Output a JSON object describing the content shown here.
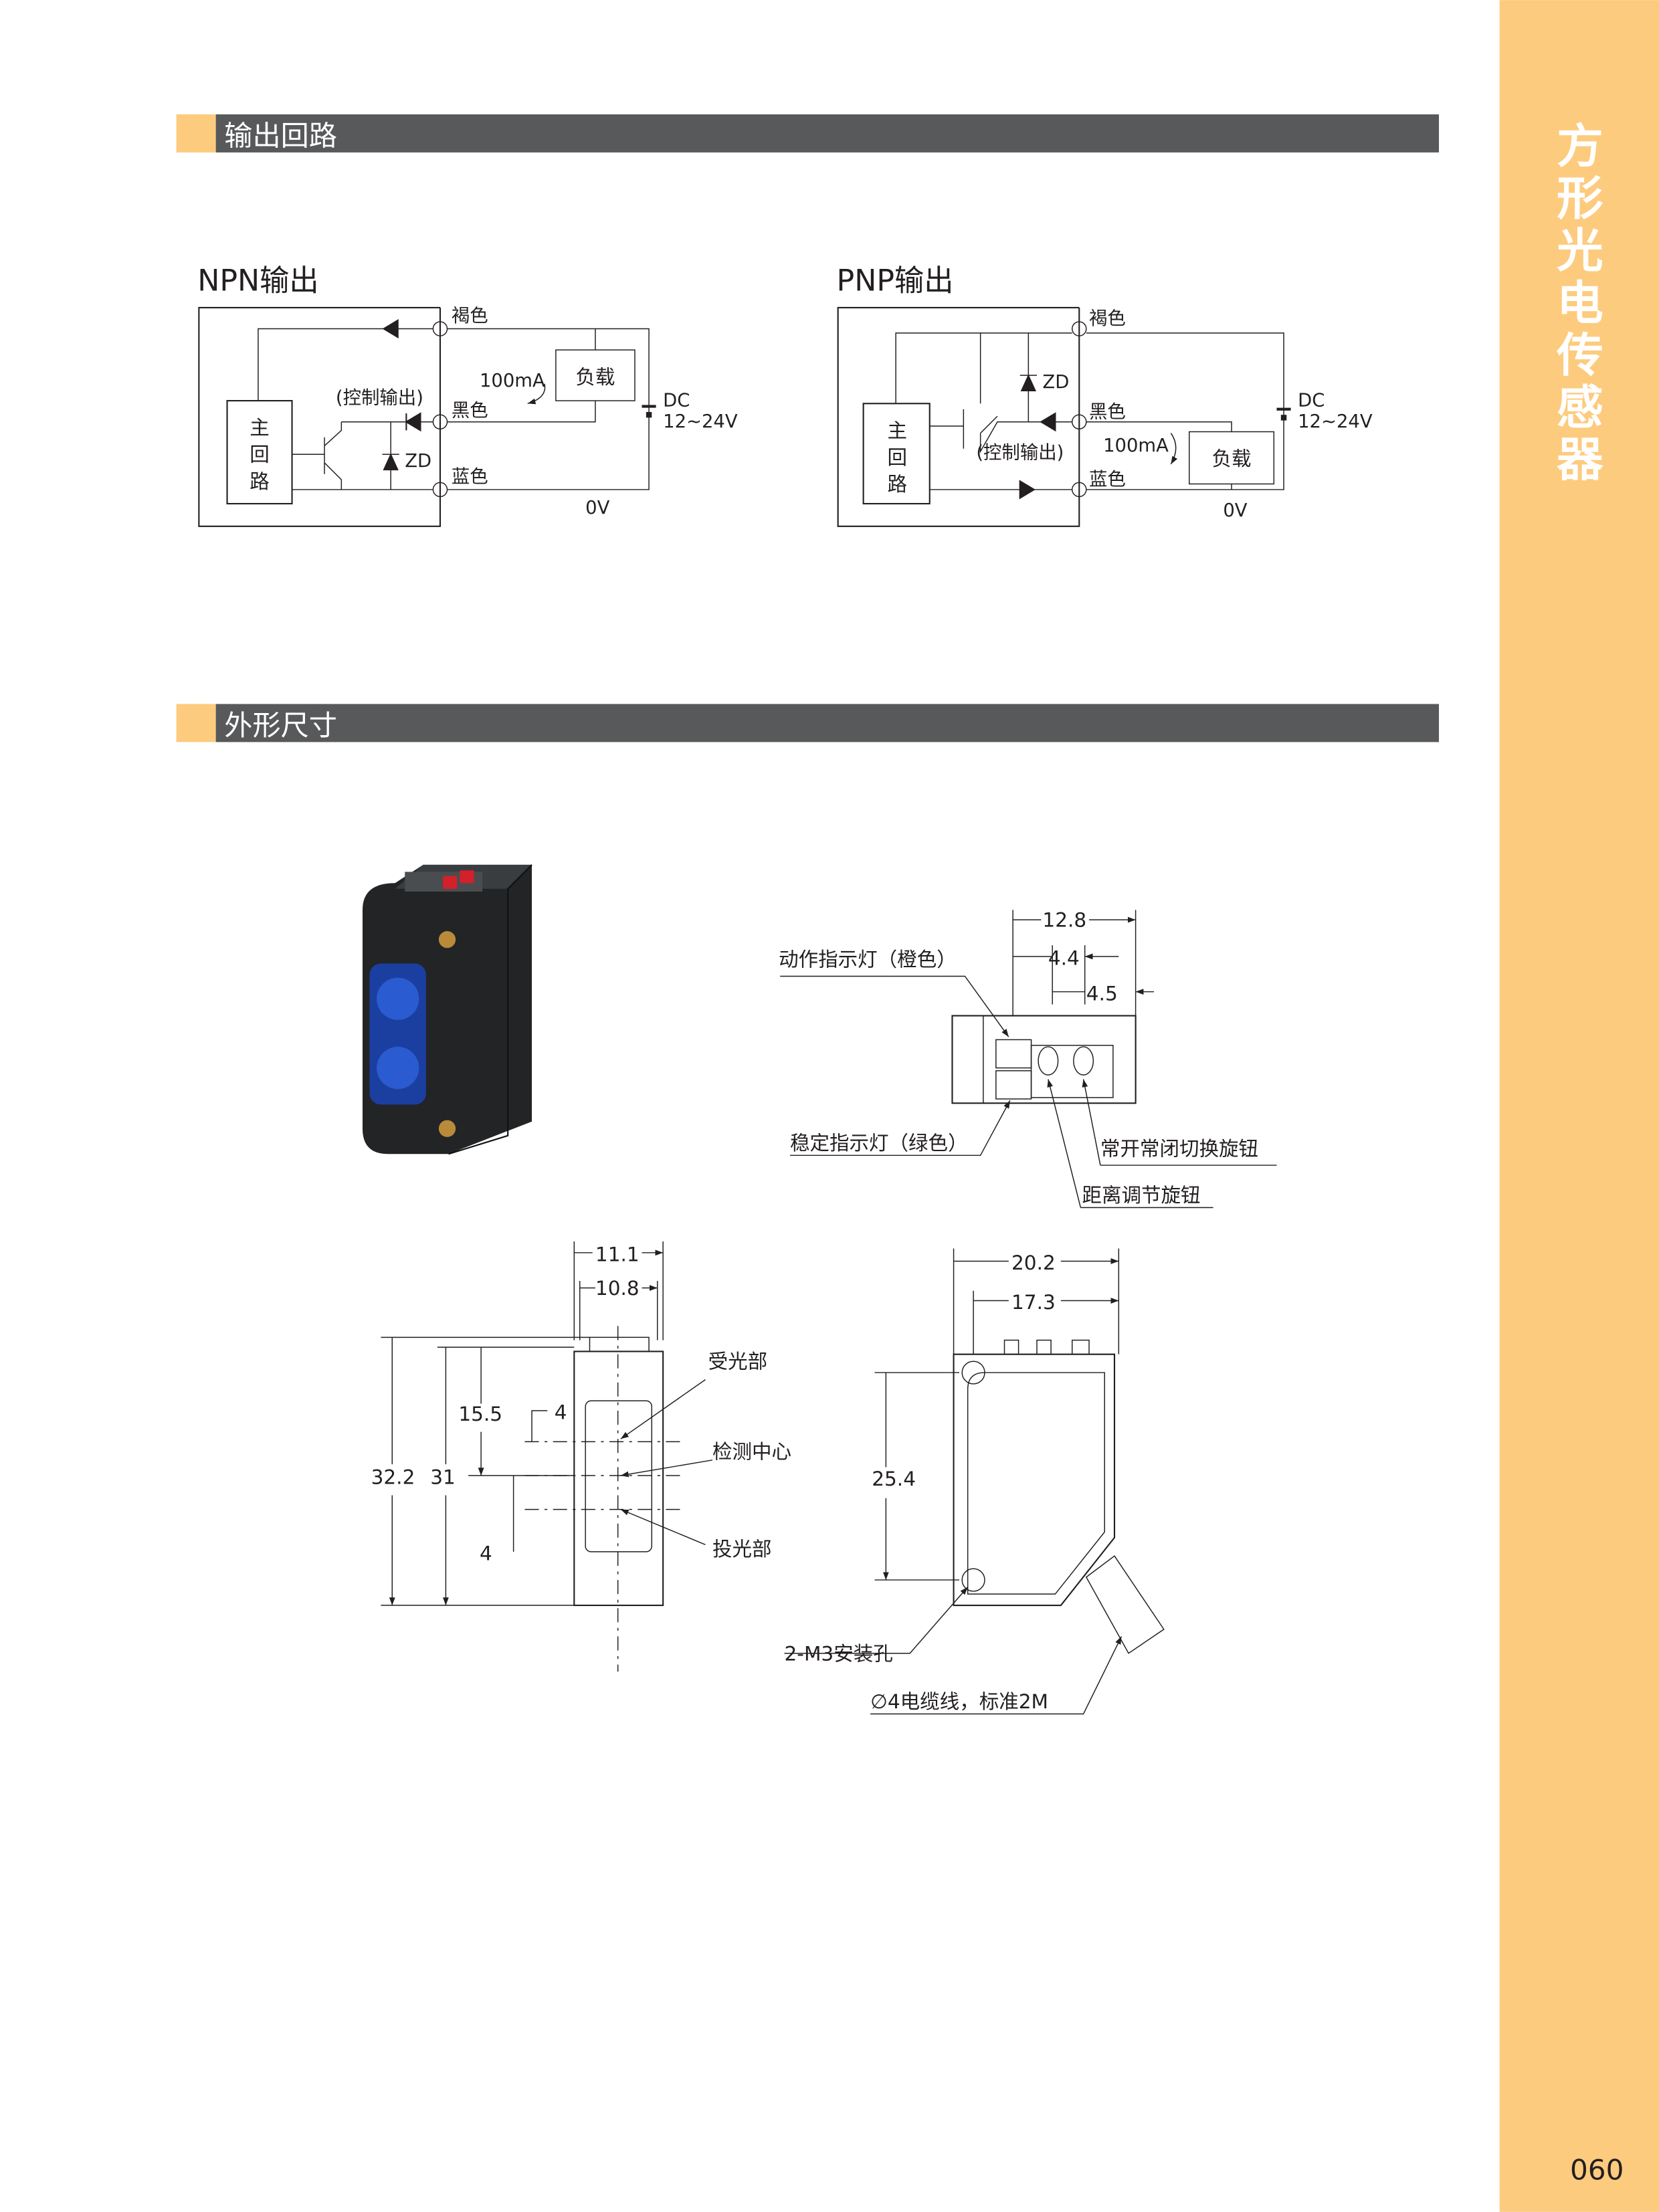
{
  "sidebar": {
    "title": "方形光电传感器",
    "page_number": "060"
  },
  "sections": {
    "output_circuit": "输出回路",
    "dimensions": "外形尺寸"
  },
  "npn": {
    "title": "NPN输出",
    "brown": "褐色",
    "black": "黑色",
    "blue": "蓝色",
    "main_circuit": [
      "主",
      "回",
      "路"
    ],
    "load": "负载",
    "current": "100mA",
    "control_output": "(控制输出)",
    "zener": "ZD",
    "dc": "DC",
    "voltage": "12~24V",
    "zero_v": "0V"
  },
  "pnp": {
    "title": "PNP输出",
    "brown": "褐色",
    "black": "黑色",
    "blue": "蓝色",
    "main_circuit": [
      "主",
      "回",
      "路"
    ],
    "load": "负载",
    "current": "100mA",
    "control_output": "(控制输出)",
    "zener": "ZD",
    "dc": "DC",
    "voltage": "12~24V",
    "zero_v": "0V"
  },
  "top_view": {
    "dim_total": "12.8",
    "dim_a": "4.4",
    "dim_b": "4.5",
    "action_led": "动作指示灯（橙色）",
    "stable_led": "稳定指示灯（绿色）",
    "mode_knob": "常开常闭切换旋钮",
    "distance_knob": "距离调节旋钮"
  },
  "side_view": {
    "dim_w1": "11.1",
    "dim_w2": "10.8",
    "dim_h1": "32.2",
    "dim_h2": "31",
    "dim_c": "15.5",
    "dim_o1": "4",
    "dim_o2": "4",
    "receiver": "受光部",
    "center": "检测中心",
    "emitter": "投光部"
  },
  "front_view": {
    "dim_w1": "20.2",
    "dim_w2": "17.3",
    "dim_h": "25.4",
    "mount": "2-M3安装孔",
    "cable": "∅4电缆线，标准2M"
  },
  "colors": {
    "accent": "#FDCB7E",
    "header_bar": "#58595B"
  }
}
